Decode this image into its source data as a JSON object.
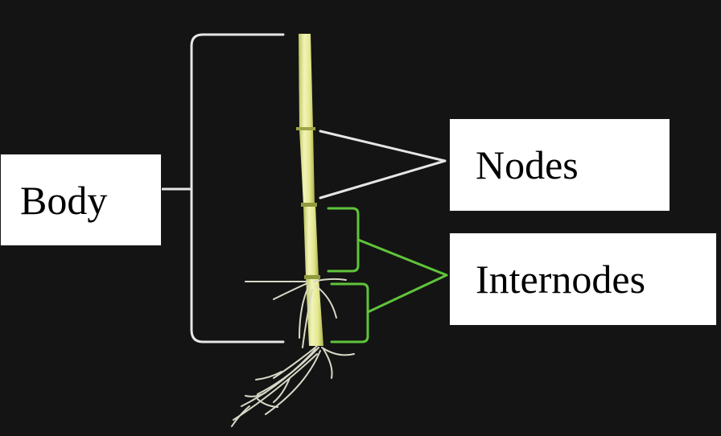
{
  "labels": {
    "body": "Body",
    "nodes": "Nodes",
    "internodes": "Internodes"
  },
  "colors": {
    "background": "#141414",
    "bracket_white": "#e6e6e6",
    "bracket_green": "#5fc43a",
    "stem": "#e4e89a",
    "roots": "#d8d8c8"
  }
}
